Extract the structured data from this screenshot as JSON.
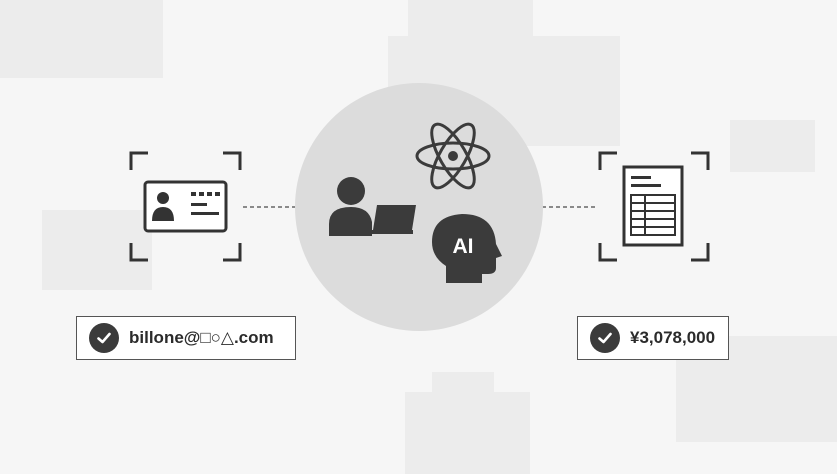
{
  "left_card": {
    "email": "billone@□○△.com",
    "icon": "id-card-icon"
  },
  "center": {
    "icons": [
      "person-laptop-icon",
      "atom-icon",
      "ai-head-icon"
    ],
    "ai_label": "AI"
  },
  "right_card": {
    "amount": "¥3,078,000",
    "icon": "invoice-document-icon"
  },
  "colors": {
    "background": "#f6f6f6",
    "circle": "#dcdcdc",
    "icon": "#3b3b3b"
  }
}
